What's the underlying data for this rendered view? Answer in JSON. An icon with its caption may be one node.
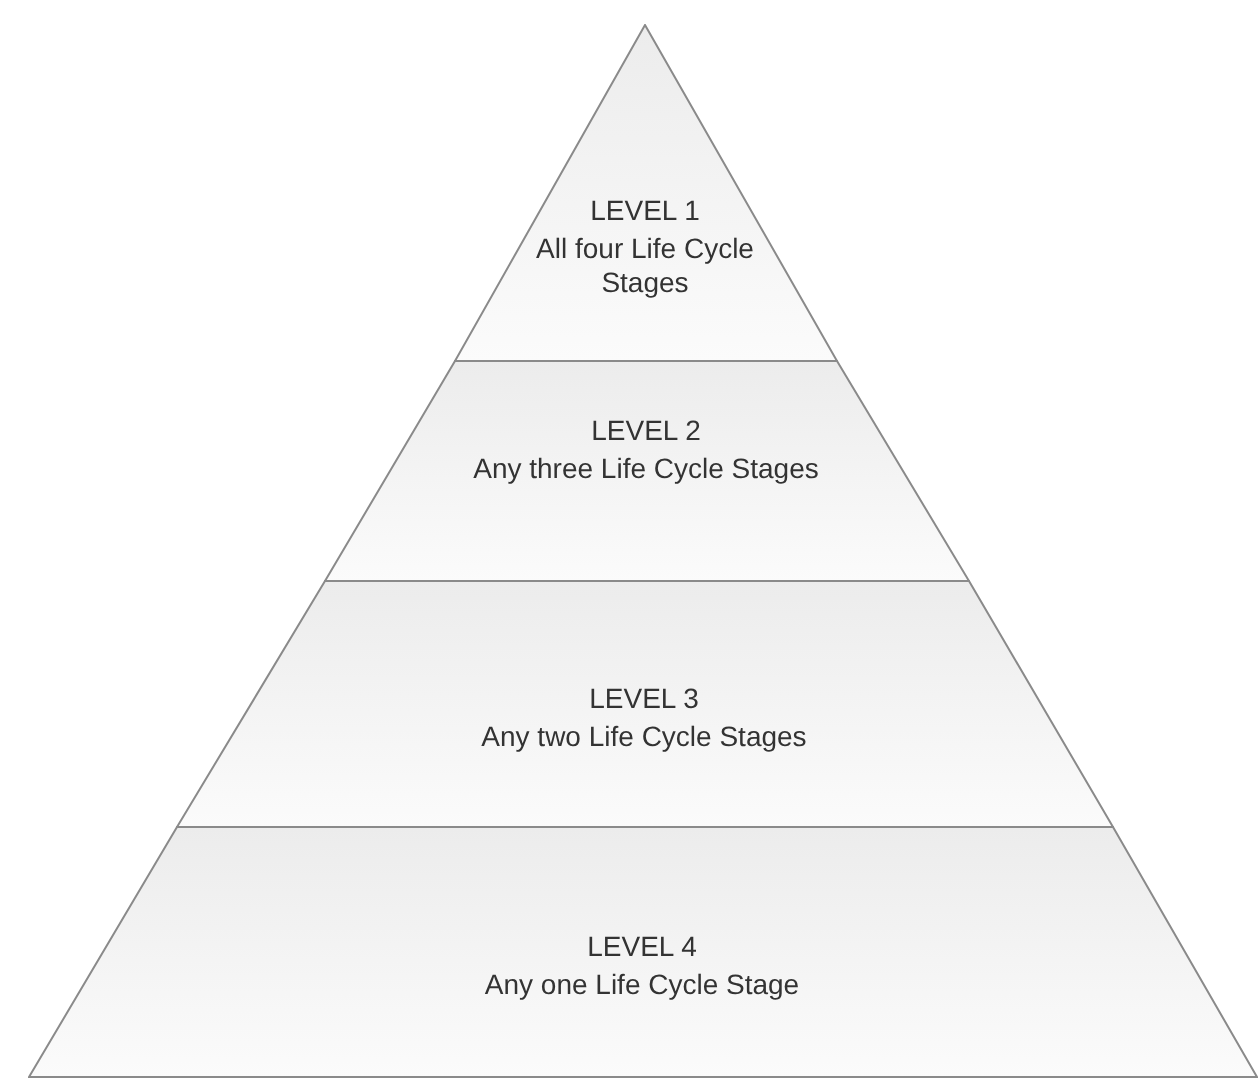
{
  "diagram": {
    "nodes": [
      {
        "text": [
          "LEVEL 1",
          "All four Life Cycle Stages"
        ]
      },
      {
        "text": [
          "LEVEL 2",
          "Any three Life Cycle Stages"
        ]
      },
      {
        "text": [
          "LEVEL 3",
          "Any two Life Cycle Stages"
        ]
      },
      {
        "text": [
          "LEVEL 4",
          "Any one Life Cycle Stage"
        ]
      }
    ]
  }
}
